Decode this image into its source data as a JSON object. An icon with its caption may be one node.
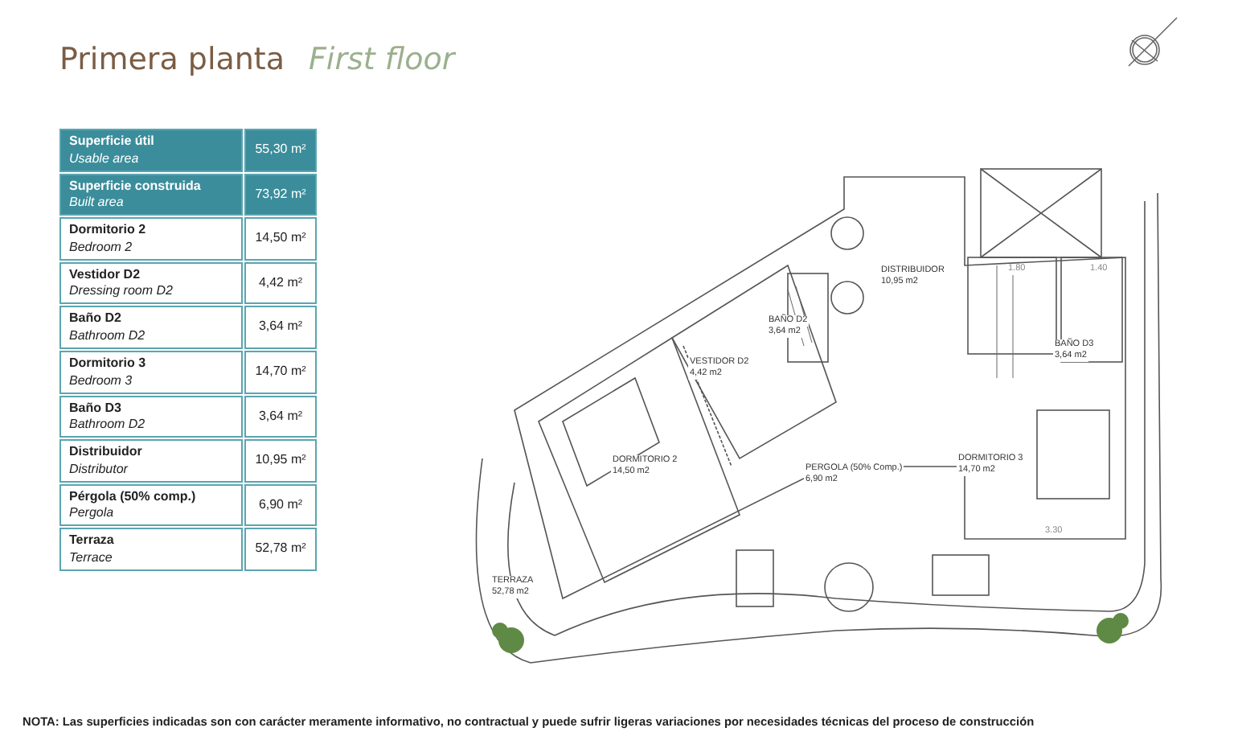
{
  "diagram": {
    "title": "Primera planta",
    "caption": "NOTA: Las superficies indicadas son con carácter meramente informativo, no contractual y puede sufrir ligeras variaciones por necesidades técnicas del proceso de construcción",
    "labels": [
      "First floor",
      "Superficie útil",
      "Usable area",
      "55,30 m²",
      "Superficie construida",
      "Built area",
      "73,92 m²",
      "Dormitorio 2",
      "Bedroom 2",
      "14,50 m²",
      "Vestidor D2",
      "Dressing room D2",
      "4,42 m²",
      "Baño D2",
      "Bathroom D2",
      "3,64 m²",
      "Dormitorio 3",
      "Bedroom 3",
      "14,70 m²",
      "Baño D3",
      "Bathroom D2",
      "3,64 m²",
      "Distribuidor",
      "Distributor",
      "10,95 m²",
      "Pérgola (50% comp.)",
      "Pergola",
      "6,90 m²",
      "Terraza",
      "Terrace",
      "52,78 m²",
      "DISTRIBUIDOR",
      "10,95 m2",
      "BAÑO D2",
      "3,64 m2",
      "VESTIDOR D2",
      "4,42 m2",
      "DORMITORIO 2",
      "14,50 m2",
      "PERGOLA (50% Comp.)",
      "6,90 m2",
      "BAÑO D3",
      "3,64 m2",
      "DORMITORIO 3",
      "14,70 m2",
      "TERRAZA",
      "52,78 m2",
      "1.80",
      "1.40",
      "3.30"
    ]
  }
}
